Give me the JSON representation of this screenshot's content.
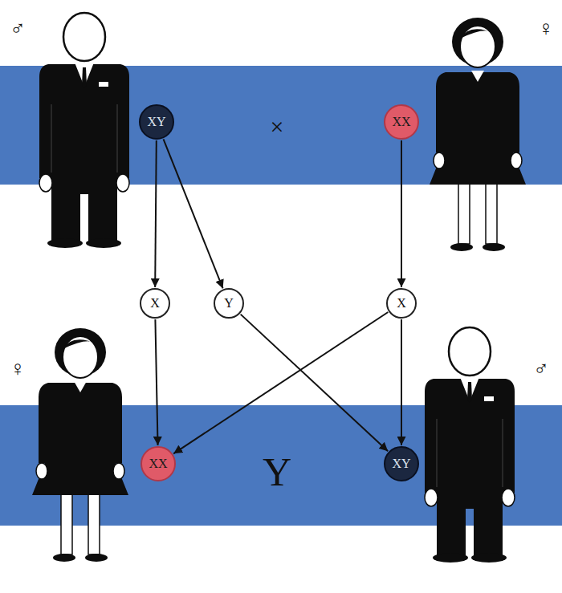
{
  "diagram": {
    "nodes": [
      {
        "text": [
          "XY"
        ]
      },
      {
        "text": [
          "XX"
        ]
      },
      {
        "text": [
          "X"
        ]
      },
      {
        "text": [
          "Y"
        ]
      },
      {
        "text": [
          "X"
        ]
      },
      {
        "text": [
          "XX"
        ]
      },
      {
        "text": [
          "XY"
        ]
      }
    ],
    "edges": [
      {
        "from": 0,
        "to": 2,
        "arrow": "to"
      },
      {
        "from": 0,
        "to": 3,
        "arrow": "to"
      },
      {
        "from": 1,
        "to": 4,
        "arrow": "to"
      },
      {
        "from": 2,
        "to": 5,
        "arrow": "to"
      },
      {
        "from": 4,
        "to": 5,
        "arrow": "to"
      },
      {
        "from": 3,
        "to": 6,
        "arrow": "to"
      },
      {
        "from": 4,
        "to": 6,
        "arrow": "to"
      }
    ],
    "labels": [
      "♂",
      "♀",
      "×",
      "♀",
      "Y",
      "♂"
    ]
  }
}
